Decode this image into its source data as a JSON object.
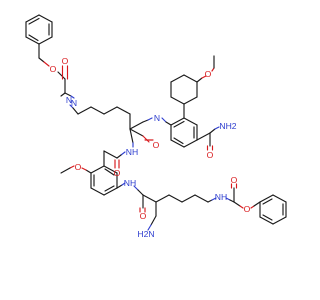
{
  "molecule": {
    "atoms": [
      {
        "el": "O",
        "label": "O"
      },
      {
        "el": "O",
        "label": "O"
      },
      {
        "el": "N",
        "label": "N"
      },
      {
        "el": "N",
        "label": "N"
      },
      {
        "el": "O",
        "label": "O"
      },
      {
        "el": "O",
        "label": "O"
      },
      {
        "el": "O",
        "label": "O"
      },
      {
        "el": "N",
        "label": "NH2"
      },
      {
        "el": "N",
        "label": "NH"
      },
      {
        "el": "O",
        "label": "O"
      },
      {
        "el": "O",
        "label": "O"
      },
      {
        "el": "N",
        "label": "NH"
      },
      {
        "el": "N",
        "label": "NH"
      },
      {
        "el": "N",
        "label": "H2N"
      },
      {
        "el": "O",
        "label": "O"
      },
      {
        "el": "N",
        "label": "N"
      },
      {
        "el": "O",
        "label": "O"
      },
      {
        "el": "O",
        "label": "O"
      }
    ],
    "colors": {
      "carbon": "#1a1a1a",
      "oxygen": "#d8191c",
      "nitrogen": "#2e3ecf"
    }
  }
}
